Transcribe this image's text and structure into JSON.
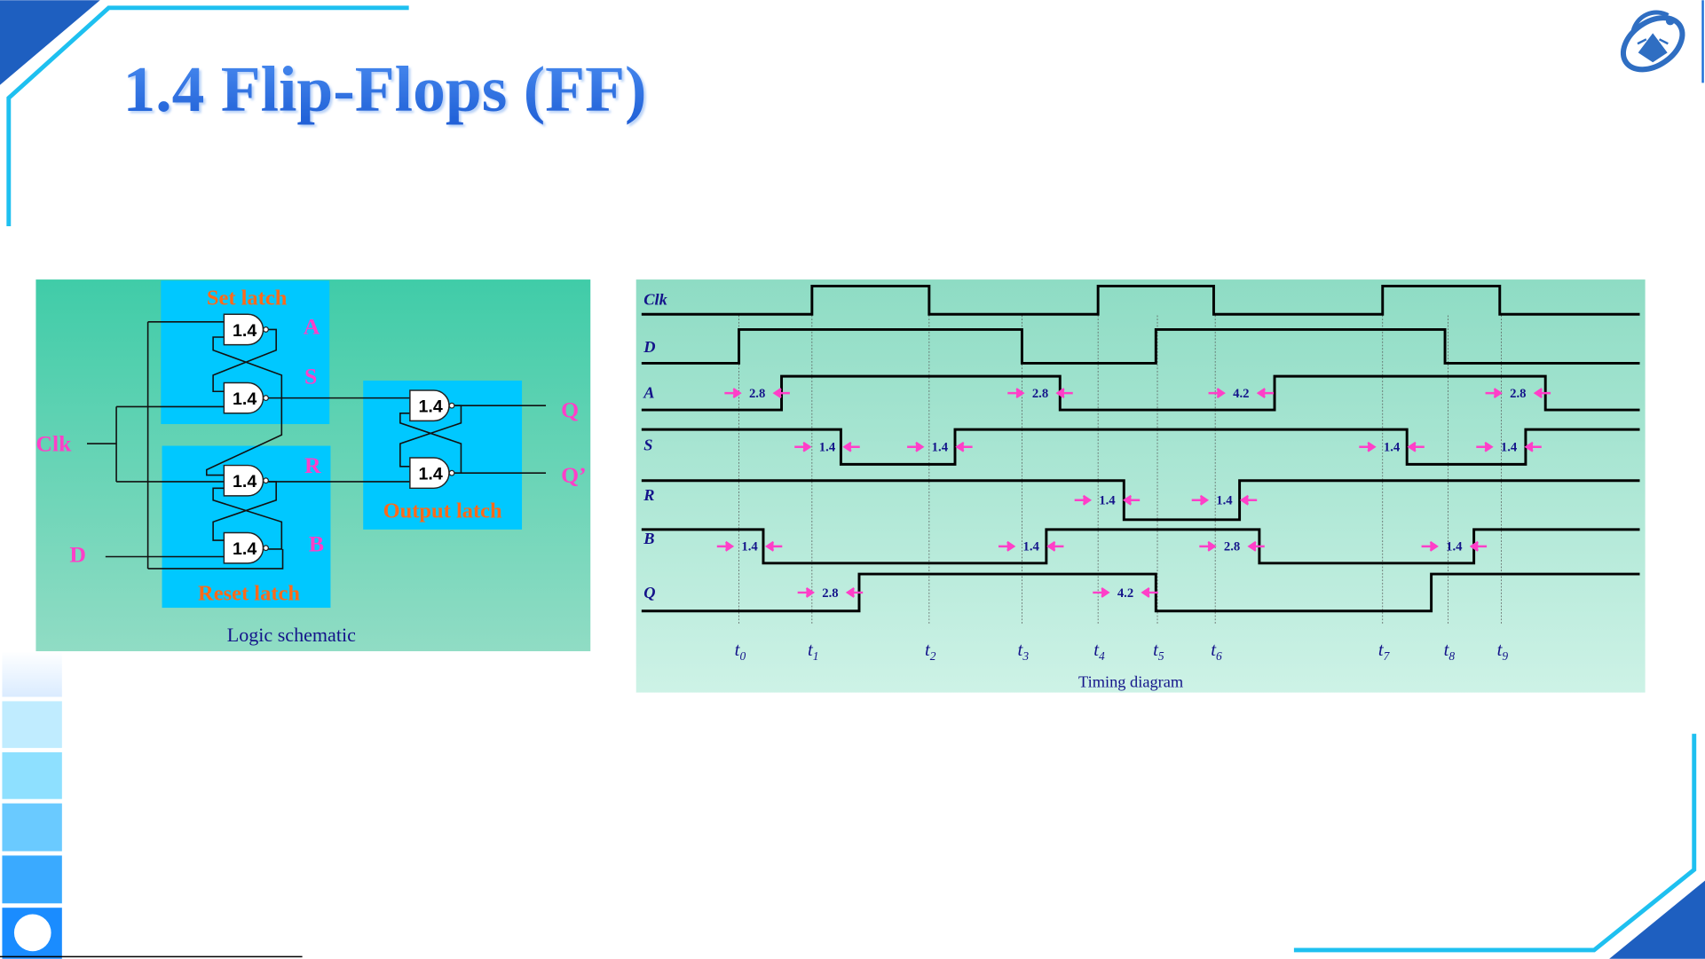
{
  "slide": {
    "title": "1.4 Flip-Flops (FF)",
    "colors": {
      "title": "#2f6fe0",
      "accent": "#1ec0f0",
      "panel_top": "#40cca8",
      "latch_box": "#00c8ff",
      "label_pink": "#ff3fc8",
      "label_orange": "#ff6a1a"
    }
  },
  "schematic": {
    "caption": "Logic schematic",
    "boxes": {
      "set": "Set latch",
      "reset": "Reset latch",
      "output": "Output latch"
    },
    "gate_delay": "1.4",
    "signals": {
      "clk": "Clk",
      "d": "D",
      "a": "A",
      "s": "S",
      "r": "R",
      "b": "B",
      "q": "Q",
      "qbar": "Q’"
    }
  },
  "chart_data": {
    "type": "timing",
    "caption": "Timing diagram",
    "time_range": [
      0,
      65.6
    ],
    "signals": [
      {
        "name": "Clk",
        "initial": 0,
        "transitions": [
          11.2,
          18.9,
          30.0,
          37.6,
          48.7,
          56.4
        ]
      },
      {
        "name": "D",
        "initial": 0,
        "transitions": [
          6.4,
          25.0,
          33.8,
          52.8
        ]
      },
      {
        "name": "A",
        "initial": 0,
        "transitions": [
          9.2,
          27.5,
          41.6,
          59.4
        ]
      },
      {
        "name": "S",
        "initial": 1,
        "transitions": [
          13.1,
          20.6,
          50.3,
          58.1
        ]
      },
      {
        "name": "R",
        "initial": 1,
        "transitions": [
          31.7,
          39.3
        ]
      },
      {
        "name": "B",
        "initial": 1,
        "transitions": [
          8.0,
          26.6,
          40.6,
          54.7
        ]
      },
      {
        "name": "Q",
        "initial": 0,
        "transitions": [
          14.3,
          33.8,
          51.9
        ]
      }
    ],
    "markers": [
      {
        "label": "t",
        "sub": "0",
        "time": 6.4
      },
      {
        "label": "t",
        "sub": "1",
        "time": 11.2
      },
      {
        "label": "t",
        "sub": "2",
        "time": 18.9
      },
      {
        "label": "t",
        "sub": "3",
        "time": 25.0
      },
      {
        "label": "t",
        "sub": "4",
        "time": 30.0
      },
      {
        "label": "t",
        "sub": "5",
        "time": 33.9
      },
      {
        "label": "t",
        "sub": "6",
        "time": 37.7
      },
      {
        "label": "t",
        "sub": "7",
        "time": 48.7
      },
      {
        "label": "t",
        "sub": "8",
        "time": 53.0
      },
      {
        "label": "t",
        "sub": "9",
        "time": 56.5
      }
    ],
    "delays": [
      {
        "signal": "A",
        "value": "2.8",
        "time": 7.6
      },
      {
        "signal": "A",
        "value": "2.8",
        "time": 26.2
      },
      {
        "signal": "A",
        "value": "4.2",
        "time": 39.4
      },
      {
        "signal": "A",
        "value": "2.8",
        "time": 57.6
      },
      {
        "signal": "S",
        "value": "1.4",
        "time": 12.2
      },
      {
        "signal": "S",
        "value": "1.4",
        "time": 19.6
      },
      {
        "signal": "S",
        "value": "1.4",
        "time": 49.3
      },
      {
        "signal": "S",
        "value": "1.4",
        "time": 57.0
      },
      {
        "signal": "R",
        "value": "1.4",
        "time": 30.6
      },
      {
        "signal": "R",
        "value": "1.4",
        "time": 38.3
      },
      {
        "signal": "B",
        "value": "1.4",
        "time": 7.1
      },
      {
        "signal": "B",
        "value": "1.4",
        "time": 25.6
      },
      {
        "signal": "B",
        "value": "2.8",
        "time": 38.8
      },
      {
        "signal": "B",
        "value": "1.4",
        "time": 53.4
      },
      {
        "signal": "Q",
        "value": "2.8",
        "time": 12.4
      },
      {
        "signal": "Q",
        "value": "4.2",
        "time": 31.8
      }
    ]
  }
}
